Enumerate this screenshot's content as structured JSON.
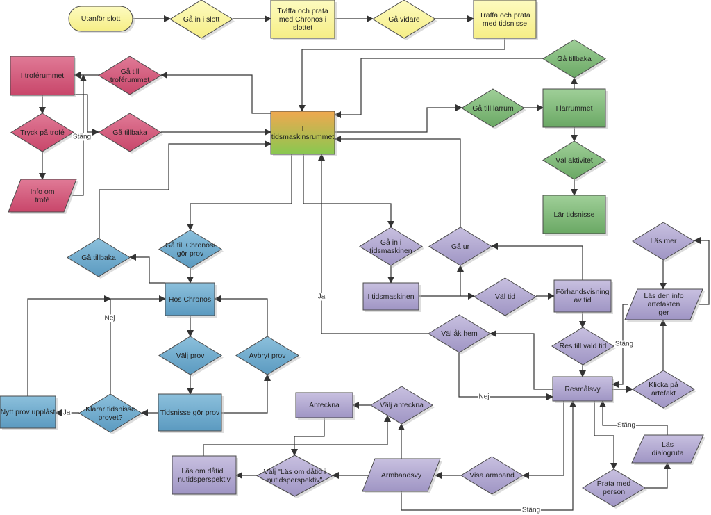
{
  "nodes": {
    "utanfor": {
      "label": "Utanför slott",
      "group": "yellow"
    },
    "ga_in_slott": {
      "label": "Gå in i slott",
      "group": "yellow"
    },
    "traffa_chronos": {
      "label": "Träffa och prata\nmed Chronos i\nslottet",
      "group": "yellow"
    },
    "ga_vidare": {
      "label": "Gå vidare",
      "group": "yellow"
    },
    "traffa_tidsnisse": {
      "label": "Träffa och prata\nmed tidsnisse",
      "group": "yellow"
    },
    "troferummet": {
      "label": "I troférummet",
      "group": "pink"
    },
    "ga_till_trof": {
      "label": "Gå till\ntroférummet",
      "group": "pink"
    },
    "tryck": {
      "label": "Tryck på trofé",
      "group": "pink"
    },
    "ga_tillbaka_pink": {
      "label": "Gå tillbaka",
      "group": "pink"
    },
    "info_trofe": {
      "label": "Info om\ntrofé",
      "group": "pink"
    },
    "tidsmask": {
      "label": "I\ntidsmaskinsrummet",
      "group": "hub"
    },
    "ga_tillbaka_green": {
      "label": "Gå tillbaka",
      "group": "green"
    },
    "ga_larrum": {
      "label": "Gå till lärrum",
      "group": "green"
    },
    "larrummet": {
      "label": "I lärrummet",
      "group": "green"
    },
    "val_aktivitet": {
      "label": "Väl aktivitet",
      "group": "green"
    },
    "lar_tidsnisse": {
      "label": "Lär tidsnisse",
      "group": "green"
    },
    "ga_chronos": {
      "label": "Gå till Chronos/\ngör prov",
      "group": "blue"
    },
    "ga_tillbaka_blue": {
      "label": "Gå tillbaka",
      "group": "blue"
    },
    "hos_chronos": {
      "label": "Hos Chronos",
      "group": "blue"
    },
    "valj_prov": {
      "label": "Välj prov",
      "group": "blue"
    },
    "avbryt": {
      "label": "Avbryt prov",
      "group": "blue"
    },
    "tidsnisse_gor": {
      "label": "Tidsnisse gör prov",
      "group": "blue"
    },
    "klarar": {
      "label": "Klarar tidsnisse\nprovet?",
      "group": "blue"
    },
    "nytt_prov": {
      "label": "Nytt prov upplåst",
      "group": "blue"
    },
    "ga_in_tm": {
      "label": "Gå in i\ntidsmaskinen",
      "group": "purple"
    },
    "ga_ur": {
      "label": "Gå ur",
      "group": "purple"
    },
    "i_tm": {
      "label": "I tidsmaskinen",
      "group": "purple"
    },
    "val_tid": {
      "label": "Väl tid",
      "group": "purple"
    },
    "forhand": {
      "label": "Förhandsvisning\nav tid",
      "group": "purple"
    },
    "val_ak_hem": {
      "label": "Väl åk hem",
      "group": "purple"
    },
    "res_till": {
      "label": "Res till vald tid",
      "group": "purple"
    },
    "resmalsvy": {
      "label": "Resmålsvy",
      "group": "purple"
    },
    "klicka": {
      "label": "Klicka på\nartefakt",
      "group": "purple"
    },
    "las_mer": {
      "label": "Läs mer",
      "group": "purple"
    },
    "las_den_info": {
      "label": "Läs den info\nartefakten\nger",
      "group": "purple"
    },
    "anteckna": {
      "label": "Anteckna",
      "group": "purple"
    },
    "valj_anteckna": {
      "label": "Välj anteckna",
      "group": "purple"
    },
    "las_om": {
      "label": "Läs om dåtid i\nnutidsperspektiv",
      "group": "purple"
    },
    "valj_las": {
      "label": "Välj \"Läs om dåtid i\nnutidsperspektiv\"",
      "group": "purple"
    },
    "armbandsvy": {
      "label": "Armbandsvy",
      "group": "purple"
    },
    "visa_armband": {
      "label": "Visa armband",
      "group": "purple"
    },
    "prata": {
      "label": "Prata med\nperson",
      "group": "purple"
    },
    "las_dialog": {
      "label": "Läs\ndialogruta",
      "group": "purple"
    }
  },
  "edge_labels": {
    "stang_trofe": "Stäng",
    "ja_hem": "Ja",
    "nej_klarar": "Nej",
    "ja_klarar": "Ja",
    "nej_hem": "Nej",
    "stang_info": "Stäng",
    "stang_dialog": "Stäng",
    "stang_armband": "Stäng"
  },
  "colors": {
    "yellow": [
      "#fdfbc0",
      "#f6ee86"
    ],
    "pink": [
      "#e07a96",
      "#c8466a"
    ],
    "green": [
      "#9fcf98",
      "#6aa864"
    ],
    "blue": [
      "#8cc0dc",
      "#5b9ac0"
    ],
    "purple": [
      "#c8c0e0",
      "#9f95c4"
    ],
    "hub": [
      "#f0a850",
      "#88c850"
    ],
    "stroke": "#4a4a4a",
    "line": "#333333"
  }
}
